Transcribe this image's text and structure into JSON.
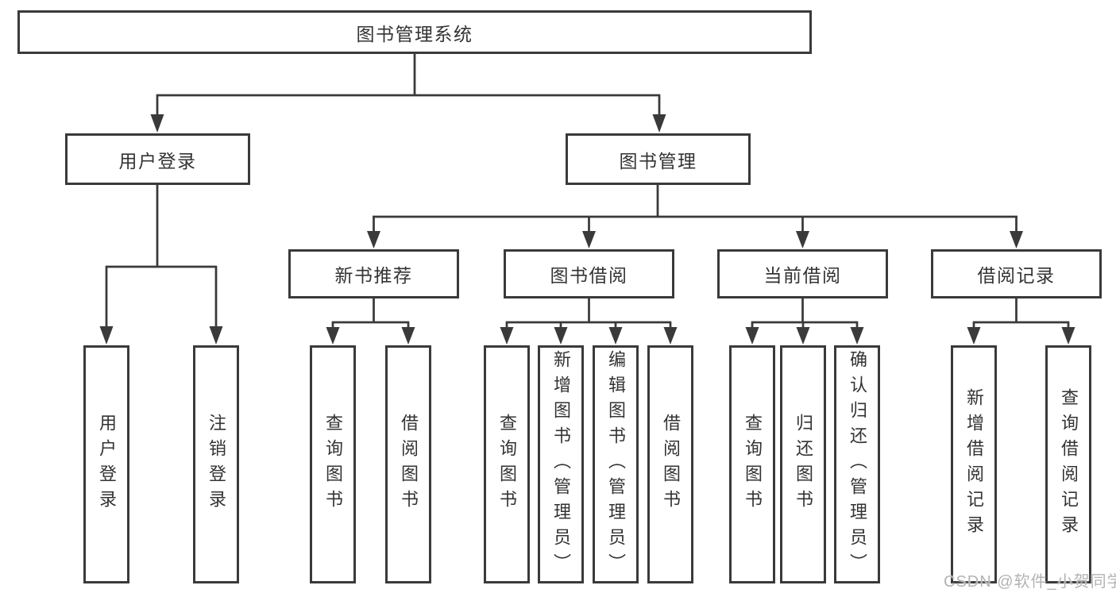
{
  "diagram": {
    "root": {
      "label": "图书管理系统"
    },
    "level2": [
      {
        "label": "用户登录"
      },
      {
        "label": "图书管理"
      }
    ],
    "level3": [
      {
        "label": "新书推荐"
      },
      {
        "label": "图书借阅"
      },
      {
        "label": "当前借阅"
      },
      {
        "label": "借阅记录"
      }
    ],
    "leaves": {
      "user_login": [
        {
          "label": "用户登录"
        },
        {
          "label": "注销登录"
        }
      ],
      "new_book": [
        {
          "label": "查询图书"
        },
        {
          "label": "借阅图书"
        }
      ],
      "book_borrow": [
        {
          "label": "查询图书"
        },
        {
          "label": "新增图书（管理员）"
        },
        {
          "label": "编辑图书（管理员）"
        },
        {
          "label": "借阅图书"
        }
      ],
      "current_borrow": [
        {
          "label": "查询图书"
        },
        {
          "label": "归还图书"
        },
        {
          "label": "确认归还（管理员）"
        }
      ],
      "borrow_records": [
        {
          "label": "新增借阅记录"
        },
        {
          "label": "查询借阅记录"
        }
      ]
    }
  },
  "watermark": {
    "text": "CSDN @软件_小贺同学"
  },
  "colors": {
    "line": "#3a3a3a",
    "text": "#333333",
    "background": "#ffffff",
    "watermark": "#b3b3b3"
  }
}
